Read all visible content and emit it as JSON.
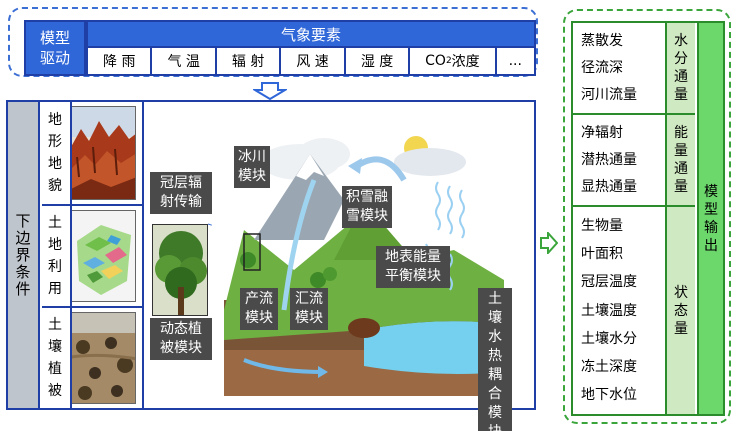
{
  "drive": {
    "label_line1": "模型",
    "label_line2": "驱动",
    "meteo_title": "气象要素",
    "factors": [
      "降 雨",
      "气 温",
      "辐 射",
      "风 速",
      "湿 度"
    ],
    "co2_main": "CO",
    "co2_sub": "2",
    "co2_suffix": "浓度",
    "more": "..."
  },
  "boundary": {
    "label": "下边界条件",
    "rows": [
      {
        "name": "地形地貌"
      },
      {
        "name": "土地利用"
      },
      {
        "name": "土壤植被"
      }
    ]
  },
  "scene_labels": {
    "canopy": "冠层辐射传输",
    "dynamic_veg": "动态植被模块",
    "glacier": "冰川模块",
    "snowmelt": "积雪融雪模块",
    "energy": "地表能量平衡模块",
    "runoff": "产流模块",
    "confluence": "汇流模块",
    "soil": "土壤水热耦合模块"
  },
  "output": {
    "title": "模型输出",
    "groups": [
      {
        "category": "水分通量",
        "items": [
          "蒸散发",
          "径流深",
          "河川流量"
        ]
      },
      {
        "category": "能量通量",
        "items": [
          "净辐射",
          "潜热通量",
          "显热通量"
        ]
      },
      {
        "category": "状态量",
        "items": [
          "生物量",
          "叶面积",
          "冠层温度",
          "土壤温度",
          "土壤水分",
          "冻土深度",
          "地下水位"
        ]
      }
    ]
  },
  "colors": {
    "blue_border": "#1f3fa6",
    "blue_fill": "#2f66d8",
    "green_border": "#2b8c2b",
    "green_fill": "#6cd86c",
    "label_gray": "#4a4a4a"
  }
}
